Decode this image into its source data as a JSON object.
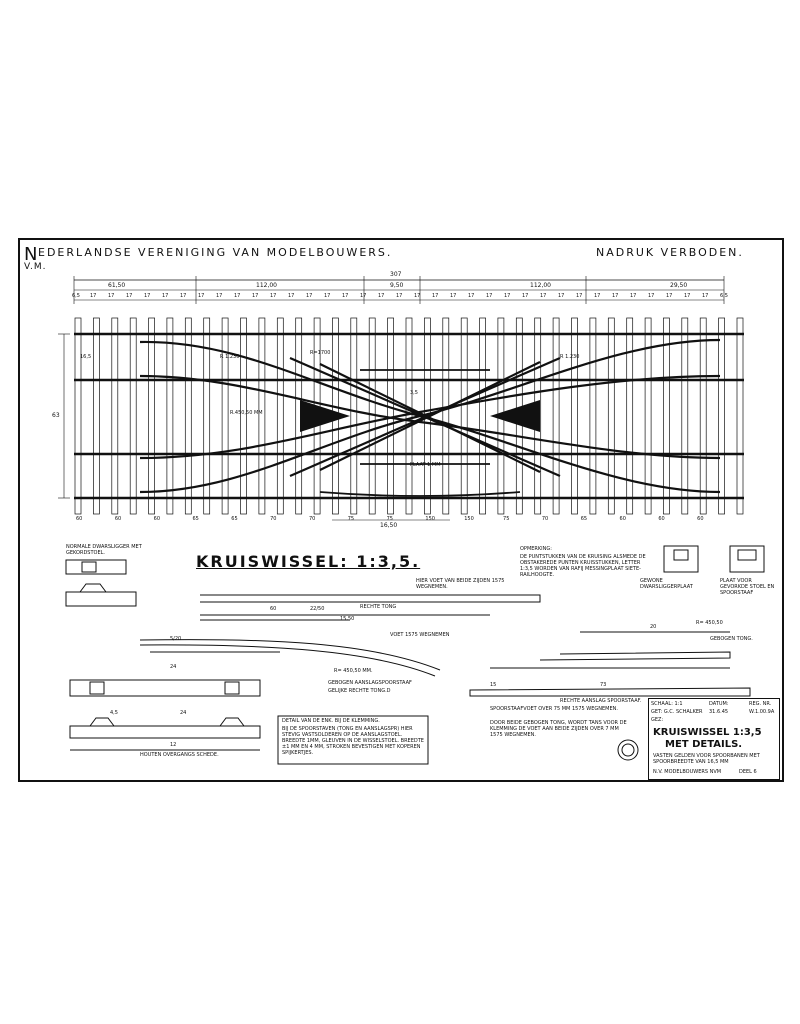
{
  "header": {
    "society_initial": "N",
    "society_name": "EDERLANDSE VERENIGING VAN MODELBOUWERS.",
    "society_abbrev": "V.M.",
    "notice": "NADRUK VERBODEN."
  },
  "plan": {
    "overall_length": "307",
    "segment_lengths": [
      "61,50",
      "112,00",
      "9,50",
      "112,00",
      "29,50"
    ],
    "sleeper_spacings_top": [
      "6,5",
      "17",
      "17",
      "17",
      "17",
      "17",
      "17",
      "17",
      "17",
      "17",
      "17",
      "17",
      "17",
      "17",
      "17",
      "17",
      "17",
      "17",
      "17",
      "17",
      "17",
      "17",
      "17",
      "17",
      "17",
      "17",
      "17",
      "17",
      "17",
      "17",
      "17",
      "17",
      "17",
      "17",
      "17",
      "17",
      "6,5"
    ],
    "sleeper_lengths_bottom": [
      "60",
      "60",
      "60",
      "65",
      "65",
      "70",
      "70",
      "75",
      "75",
      "150",
      "150",
      "75",
      "70",
      "65",
      "60",
      "60",
      "60"
    ],
    "side_dimension": "63",
    "gauge_mark": "16,5",
    "bottom_dimension": "16,50",
    "inner_labels": [
      "R 1.230",
      "R 1.230",
      "R=1700",
      "3,5",
      "R.450,50 MM",
      "PLAAT 1 MM"
    ]
  },
  "title": {
    "main": "KRUISWISSEL: 1:3,5."
  },
  "details": {
    "sleeper_label": "NORMALE DWARSLIGGER MET GEKORDSTOEL.",
    "plank_label": "HOUTEN OVERGANGS SCHEDE.",
    "tong_straight": "RECHTE TONG",
    "tong_bent": "GEBOGEN TONG.",
    "foot_label": "VOET 1575 WEGNEMEN",
    "foot_upper": "HIER VOET VAN BEIDE ZIJDEN 1575 WEGNEMEN.",
    "radius_label": "R= 450,50 MM.",
    "bent_rail_label": "GEBOGEN AANSLAGSPOORSTAAF",
    "straight_tong_label": "GELIJKE RECHTE TONG.D",
    "straight_rail_label": "RECHTE AANSLAG SPOORSTAAF.",
    "rail_note": "SPOORSTAAFVOET OVER 75 MM 1575 WEGNEMEN.",
    "tong_note": "DOOR BEIDE GEBOGEN TONG, WORDT TANS VOOR DE KLEMMING DE VOET AAN BEIDE ZIJDEN OVER 7 MM 1575 WEGNEMEN.",
    "remark_title": "OPMERKING:",
    "remark_text": "DE PUNTSTUKKEN VAN DE KRUISING ALSMEDE DE OBSTAKEREDE PUNTEN KRUISSTUKKEN, LETTER 1:3,5 WORDEN VAN RAFIJ MESSINGPLAAT SIETE-RAILHOOGTE.",
    "detail_note": "DETAIL VAN DE ENK. BIJ DE KLEMMING.",
    "detail_text": "BIJ DE SPOORSTAVEN (TONG EN AANSLAGSPR) HIER STEVIG VASTSOLDEREN OP DE AANSLAGSTOEL. BREEDTE 1MM, GLEUVEN IN DE WISSELSTOEL. BREEDTE ±1 MM EN 4 MM, STROKEN BEVESTIGEN MET KOPEREN SPIJKERTJES.",
    "dims": [
      "60",
      "22/50",
      "15,50",
      "20",
      "15",
      "73",
      "24",
      "12",
      "4,5",
      "24",
      "5/20"
    ],
    "plates_right": [
      "GEWONE DWARSLIGGERPLAAT",
      "PLAAT VOOR GEVORKDE STOEL EN SPOORSTAAF"
    ],
    "radius_small": "R= 450,50"
  },
  "titleblock": {
    "rows": [
      [
        "SCHAAL: 1:1",
        "DATUM:",
        "REG. NR."
      ],
      [
        "GET: G.C. SCHALKER",
        "31.6.45",
        "W.1.00.9A"
      ],
      [
        "GEZ:",
        "",
        ""
      ]
    ],
    "title_line1": "KRUISWISSEL 1:3,5",
    "title_line2": "MET DETAILS.",
    "subtitle": "VASTEN GELDEN VOOR SPOORBANEN MET SPOORBREEDTE VAN 16,5 MM",
    "footer": "N.V. MODELBOUWERS NVM",
    "footer_right": "DEEL 6"
  }
}
